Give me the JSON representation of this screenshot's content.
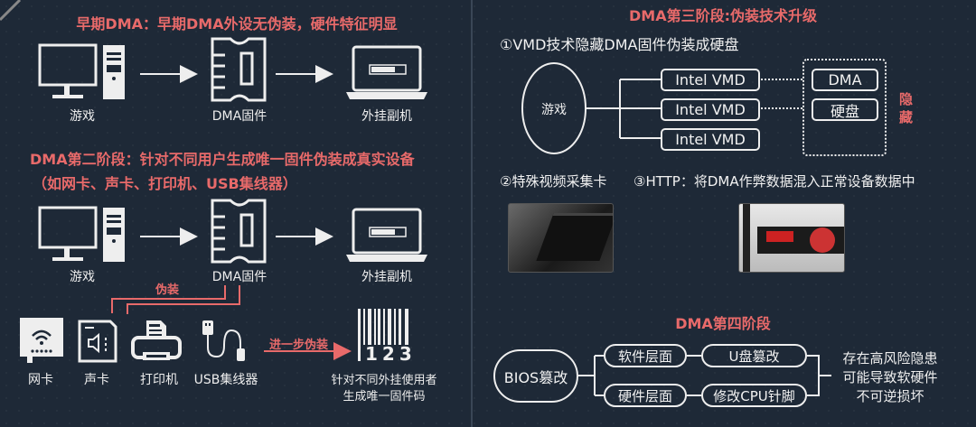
{
  "stage1": {
    "title": "早期DMA：早期DMA外设无伪装，硬件特征明显",
    "labels": [
      "游戏",
      "DMA固件",
      "外挂副机"
    ]
  },
  "stage2": {
    "title": "DMA第二阶段：针对不同用户生成唯一固件伪装成真实设备",
    "subtitle": "（如网卡、声卡、打印机、USB集线器）",
    "labels": [
      "游戏",
      "DMA固件",
      "外挂副机"
    ],
    "disguise_label": "伪装",
    "devices": [
      "网卡",
      "声卡",
      "打印机",
      "USB集线器"
    ],
    "further_label": "进一步伪装",
    "barcode_digits": "123",
    "barcode_caption": [
      "针对不同外挂使用者",
      "生成唯一固件码"
    ]
  },
  "stage3": {
    "title": "DMA第三阶段:伪装技术升级",
    "item1": "①VMD技术隐藏DMA固件伪装成硬盘",
    "game": "游戏",
    "vmd": [
      "Intel VMD",
      "Intel VMD",
      "Intel VMD"
    ],
    "hidden_boxes": [
      "DMA",
      "硬盘"
    ],
    "hidden_label": "隐藏",
    "item2": "②特殊视频采集卡",
    "item3": "③HTTP：将DMA作弊数据混入正常设备数据中"
  },
  "stage4": {
    "title": "DMA第四阶段",
    "root": "BIOS篡改",
    "branches": [
      {
        "level": "软件层面",
        "method": "U盘篡改"
      },
      {
        "level": "硬件层面",
        "method": "修改CPU针脚"
      }
    ],
    "risk": [
      "存在高风险隐患",
      "可能导致软硬件",
      "不可逆损坏"
    ]
  },
  "colors": {
    "background": "#1e2937",
    "accent": "#e86a6a",
    "line": "#eeeeee"
  }
}
